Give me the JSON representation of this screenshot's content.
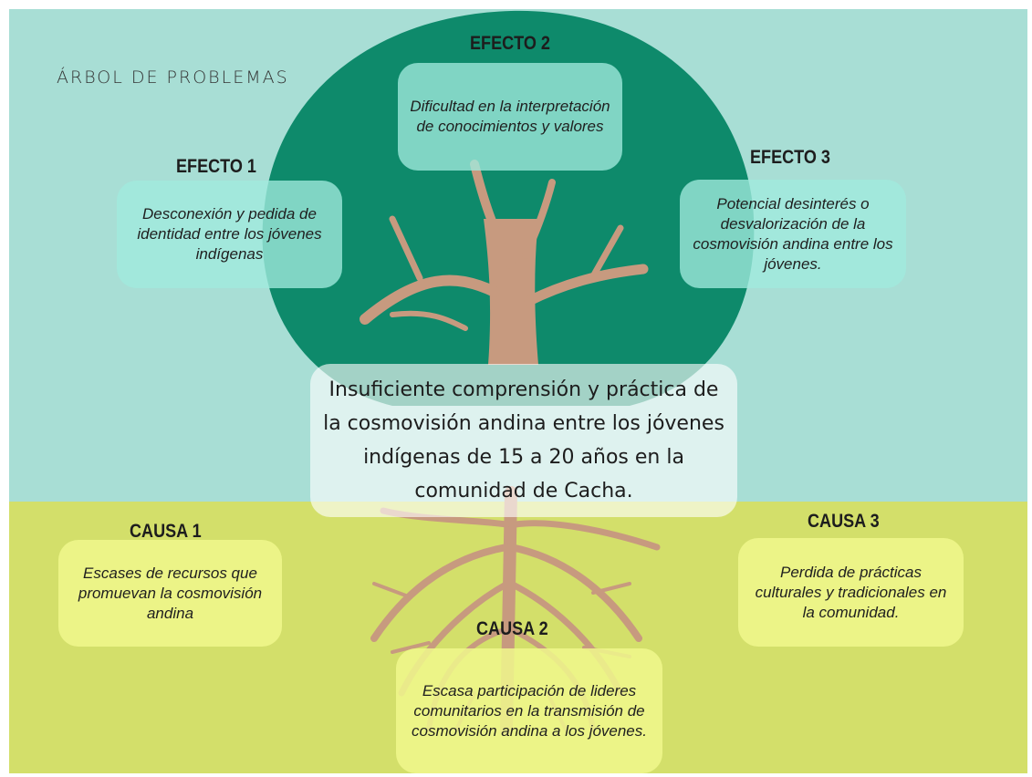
{
  "title": "ÁRBOL DE PROBLEMAS",
  "core_problem": "Insuficiente comprensión y práctica de la cosmovisión andina entre los jóvenes indígenas de 15 a 20 años en la comunidad de Cacha.",
  "effects": [
    {
      "label": "EFECTO 1",
      "text": "Desconexión y pedida de identidad entre los jóvenes indígenas"
    },
    {
      "label": "EFECTO 2",
      "text": "Dificultad en la interpretación de conocimientos y valores"
    },
    {
      "label": "EFECTO 3",
      "text": "Potencial desinterés o desvalorización de la cosmovisión andina entre los jóvenes."
    }
  ],
  "causes": [
    {
      "label": "CAUSA 1",
      "text": "Escases de recursos que promuevan la cosmovisión andina"
    },
    {
      "label": "CAUSA 2",
      "text": "Escasa participación de lideres comunitarios en la transmisión de cosmovisión andina  a los jóvenes."
    },
    {
      "label": "CAUSA 3",
      "text": "Perdida de prácticas culturales y tradicionales en la comunidad."
    }
  ],
  "colors": {
    "sky": "#a8ded5",
    "ground": "#d3df6a",
    "canopy": "#0e8a6b",
    "trunk": "#c79a7f"
  }
}
